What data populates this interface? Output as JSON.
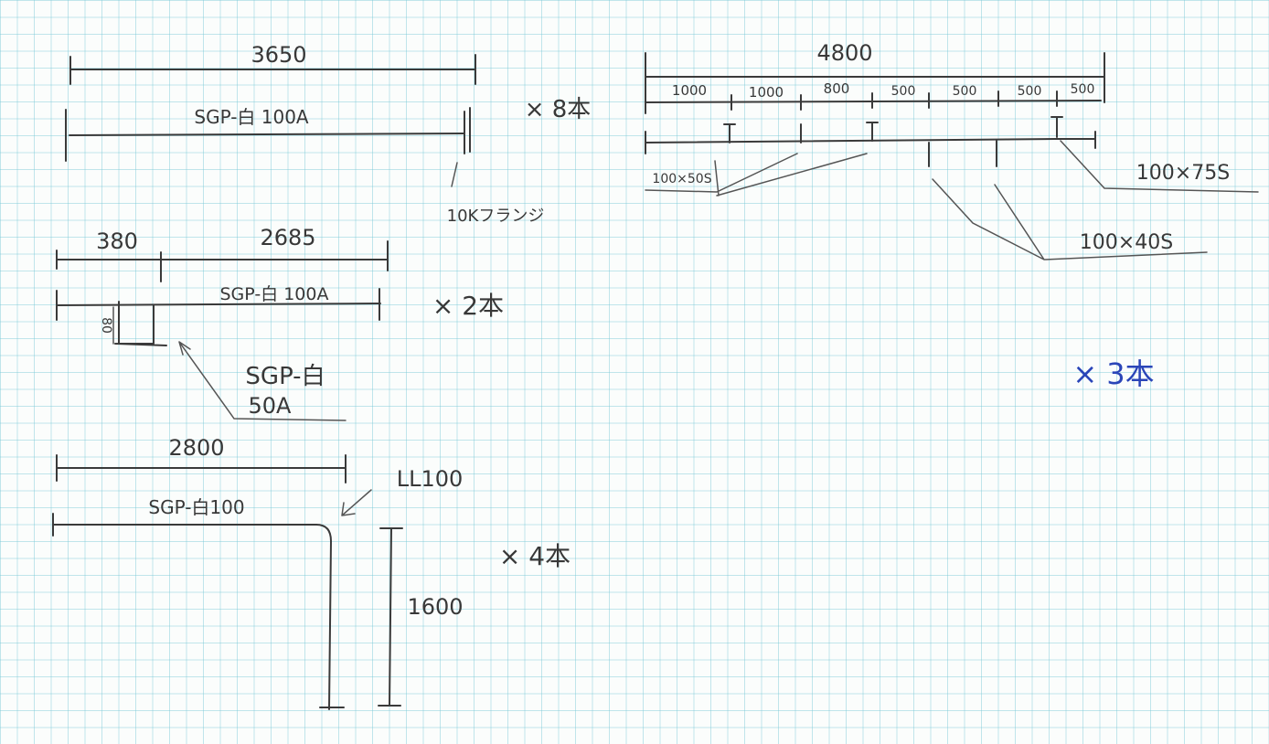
{
  "sketch1": {
    "overall_length": "3650",
    "pipe_label": "SGP-白 100A",
    "quantity": "× 8本",
    "flange_label": "10Kフランジ"
  },
  "sketch2": {
    "dim_left": "380",
    "dim_right": "2685",
    "pipe_label": "SGP-白 100A",
    "quantity": "× 2本",
    "branch_height": "80",
    "branch_label_line1": "SGP-白",
    "branch_label_line2": "50A"
  },
  "sketch3": {
    "horizontal_length": "2800",
    "pipe_label": "SGP-白100",
    "elbow_label": "LL100",
    "vertical_length": "1600",
    "quantity": "× 4本"
  },
  "sketch4": {
    "overall_length": "4800",
    "segments": [
      "1000",
      "1000",
      "800",
      "500",
      "500",
      "500",
      "500"
    ],
    "branch_a": "100×50S",
    "branch_b": "100×75S",
    "branch_c": "100×40S",
    "quantity": "× 3本"
  },
  "colors": {
    "ink": "#3a3a3a",
    "blue_ink": "#2a45b8",
    "grid": "#78c8d7"
  }
}
